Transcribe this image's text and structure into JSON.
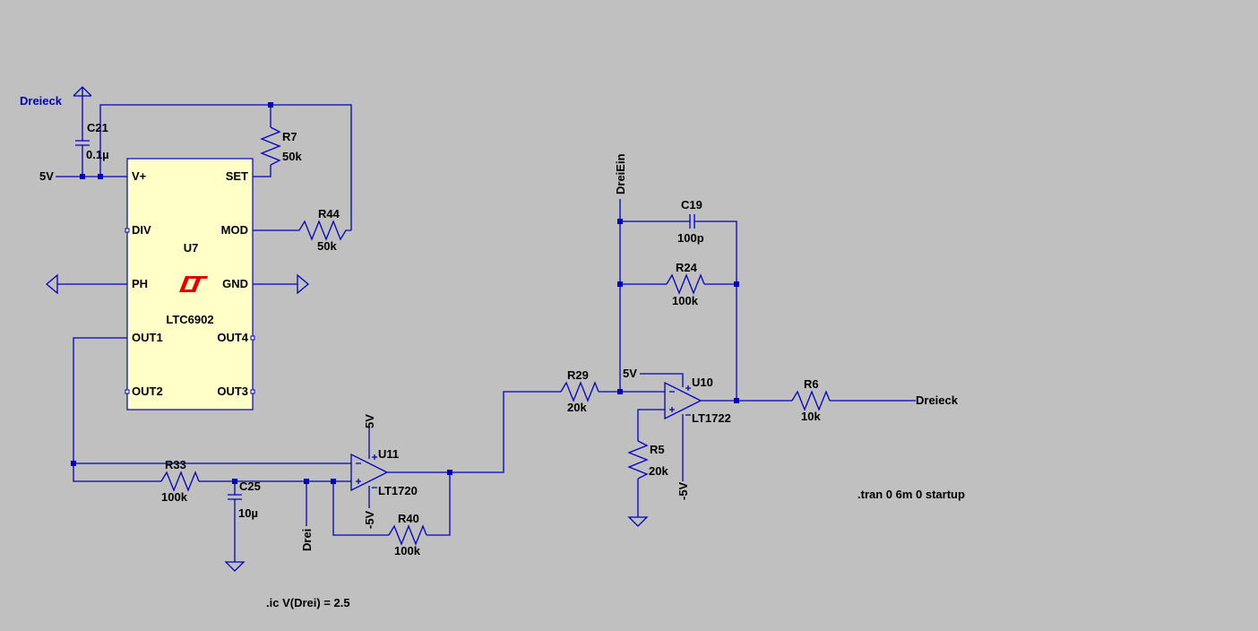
{
  "ic": {
    "ref": "U7",
    "model": "LTC6902",
    "pins": {
      "vplus": "V+",
      "set": "SET",
      "div": "DIV",
      "mod": "MOD",
      "ph": "PH",
      "gnd": "GND",
      "out1": "OUT1",
      "out4": "OUT4",
      "out2": "OUT2",
      "out3": "OUT3"
    },
    "logo_text": "LT"
  },
  "components": {
    "c21": {
      "ref": "C21",
      "value": "0.1µ"
    },
    "r7": {
      "ref": "R7",
      "value": "50k"
    },
    "r44": {
      "ref": "R44",
      "value": "50k"
    },
    "r33": {
      "ref": "R33",
      "value": "100k"
    },
    "c25": {
      "ref": "C25",
      "value": "10µ"
    },
    "r40": {
      "ref": "R40",
      "value": "100k"
    },
    "r29": {
      "ref": "R29",
      "value": "20k"
    },
    "c19": {
      "ref": "C19",
      "value": "100p"
    },
    "r24": {
      "ref": "R24",
      "value": "100k"
    },
    "r5": {
      "ref": "R5",
      "value": "20k"
    },
    "r6": {
      "ref": "R6",
      "value": "10k"
    }
  },
  "opamps": {
    "u11": {
      "ref": "U11",
      "model": "LT1720",
      "vpos": "5V",
      "vneg": "-5V"
    },
    "u10": {
      "ref": "U10",
      "model": "LT1722",
      "vpos": "5V",
      "vneg": "-5V"
    }
  },
  "nets": {
    "dreieck_top": "Dreieck",
    "supply_5v": "5V",
    "dreiein": "DreiEin",
    "drei": "Drei",
    "dreieck_out": "Dreieck"
  },
  "directives": {
    "tran": ".tran 0 6m 0 startup",
    "ic": ".ic V(Drei) = 2.5"
  },
  "colors": {
    "background": "#c0c0c0",
    "wire": "#0000c0",
    "ic_fill": "#ffffc8",
    "logo": "#e00000"
  }
}
